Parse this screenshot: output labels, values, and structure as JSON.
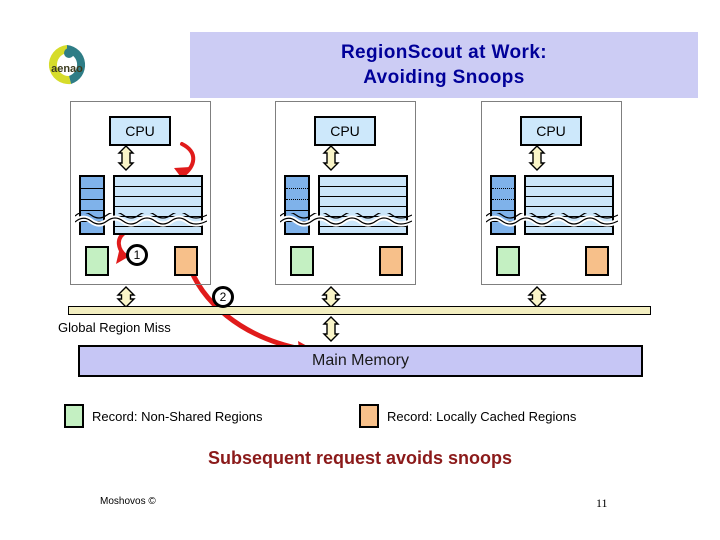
{
  "slide": {
    "title_line1": "RegionScout at Work:",
    "title_line2": "Avoiding Snoops",
    "tagline": "Subsequent request avoids snoops",
    "logo_text": "aenao",
    "title_bg": "#ccccf4",
    "title_color": "#000099",
    "tagline_color": "#8b1a1a"
  },
  "diagram": {
    "nodes": [
      {
        "cpu_label": "CPU",
        "tag_array_style": "solid",
        "green_label": "",
        "orange_label": ""
      },
      {
        "cpu_label": "CPU",
        "tag_array_style": "dotted",
        "green_label": "",
        "orange_label": ""
      },
      {
        "cpu_label": "CPU",
        "tag_array_style": "dotted",
        "green_label": "",
        "orange_label": ""
      }
    ],
    "memory_label": "Main Memory",
    "bus_label": "Global Region Miss",
    "markers": [
      {
        "id": "1",
        "text": "1"
      },
      {
        "id": "2",
        "text": "2"
      }
    ],
    "colors": {
      "cpu_fill": "#cde8fb",
      "tag_fill": "#7fb2ea",
      "data_fill": "#cbe6fa",
      "green_fill": "#c4f0c2",
      "orange_fill": "#f7c08a",
      "bus_fill": "#f2eec0",
      "memory_fill": "#c6c6f5",
      "arrow_fill": "#faf5c8",
      "red_arrow": "#e01b1b"
    }
  },
  "legend": [
    {
      "swatch_color": "#c4f0c2",
      "label": "Record: Non-Shared Regions"
    },
    {
      "swatch_color": "#f7c08a",
      "label": "Record: Locally Cached Regions"
    }
  ],
  "footer": {
    "author": "Moshovos ©",
    "page": "11"
  }
}
